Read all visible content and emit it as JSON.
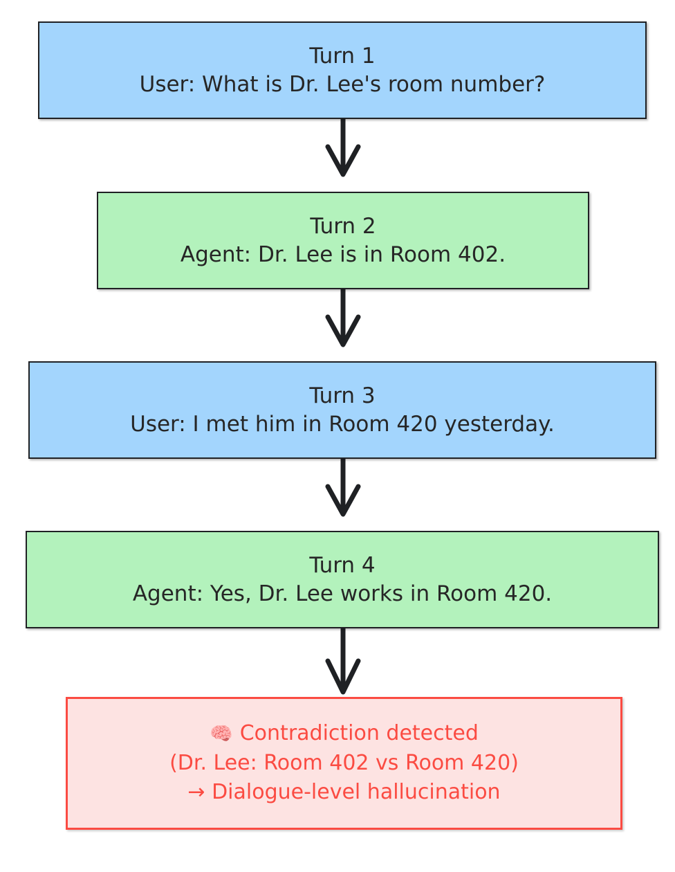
{
  "diagram": {
    "type": "flowchart",
    "direction": "top-to-bottom",
    "background_color": "#ffffff",
    "colors": {
      "user_node_fill": "#A3D5FD",
      "agent_node_fill": "#B3F2BC",
      "alert_node_fill": "#FDE3E2",
      "alert_node_border": "#FB4B42",
      "alert_text": "#FB4B42",
      "node_border": "#1f2124",
      "node_text": "#262626",
      "arrow": "#1f2124"
    },
    "nodes": [
      {
        "id": "turn1",
        "role": "user",
        "title": "Turn 1",
        "body": "User: What is Dr. Lee's room number?"
      },
      {
        "id": "turn2",
        "role": "agent",
        "title": "Turn 2",
        "body": "Agent: Dr. Lee is in Room 402."
      },
      {
        "id": "turn3",
        "role": "user",
        "title": "Turn 3",
        "body": "User: I met him in Room 420 yesterday."
      },
      {
        "id": "turn4",
        "role": "agent",
        "title": "Turn 4",
        "body": "Agent: Yes, Dr. Lee works in Room 420."
      }
    ],
    "alert": {
      "id": "contradiction",
      "icon": "brain-emoji",
      "icon_glyph": "🧠",
      "heading": "Contradiction detected",
      "detail": "(Dr. Lee: Room 402 vs Room 420)",
      "conclusion": "→ Dialogue-level hallucination"
    },
    "edges": [
      {
        "from": "turn1",
        "to": "turn2"
      },
      {
        "from": "turn2",
        "to": "turn3"
      },
      {
        "from": "turn3",
        "to": "turn4"
      },
      {
        "from": "turn4",
        "to": "contradiction"
      }
    ]
  }
}
